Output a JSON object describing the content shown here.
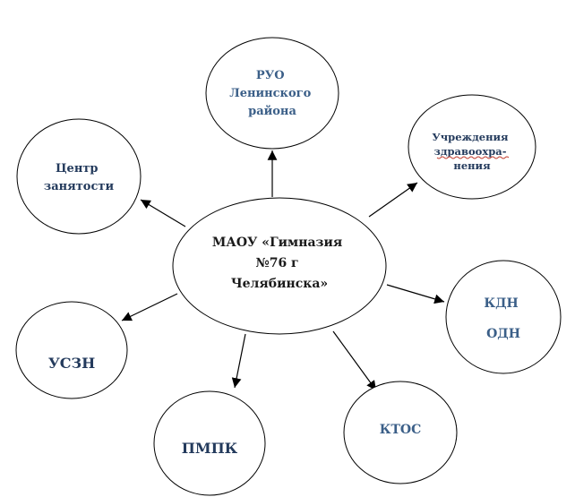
{
  "center": {
    "lines": [
      "МАОУ «Гимназия",
      "№76 г",
      "Челябинска»"
    ]
  },
  "nodes": {
    "ruo": [
      "РУО",
      "Ленинского",
      "района"
    ],
    "health": [
      "Учреждения",
      "здравоохра-",
      "нения"
    ],
    "kdn": [
      "КДН",
      "ОДН"
    ],
    "ktos": "КТОС",
    "pmpk": "ПМПК",
    "uszn": "УСЗН",
    "employment": [
      "Центр",
      "занятости"
    ]
  },
  "colors": {
    "dark_text": "#1a1a1a",
    "blue_text": "#3b5f88",
    "navy_text": "#233a5c",
    "spellcheck_underline": "#c0392b"
  }
}
